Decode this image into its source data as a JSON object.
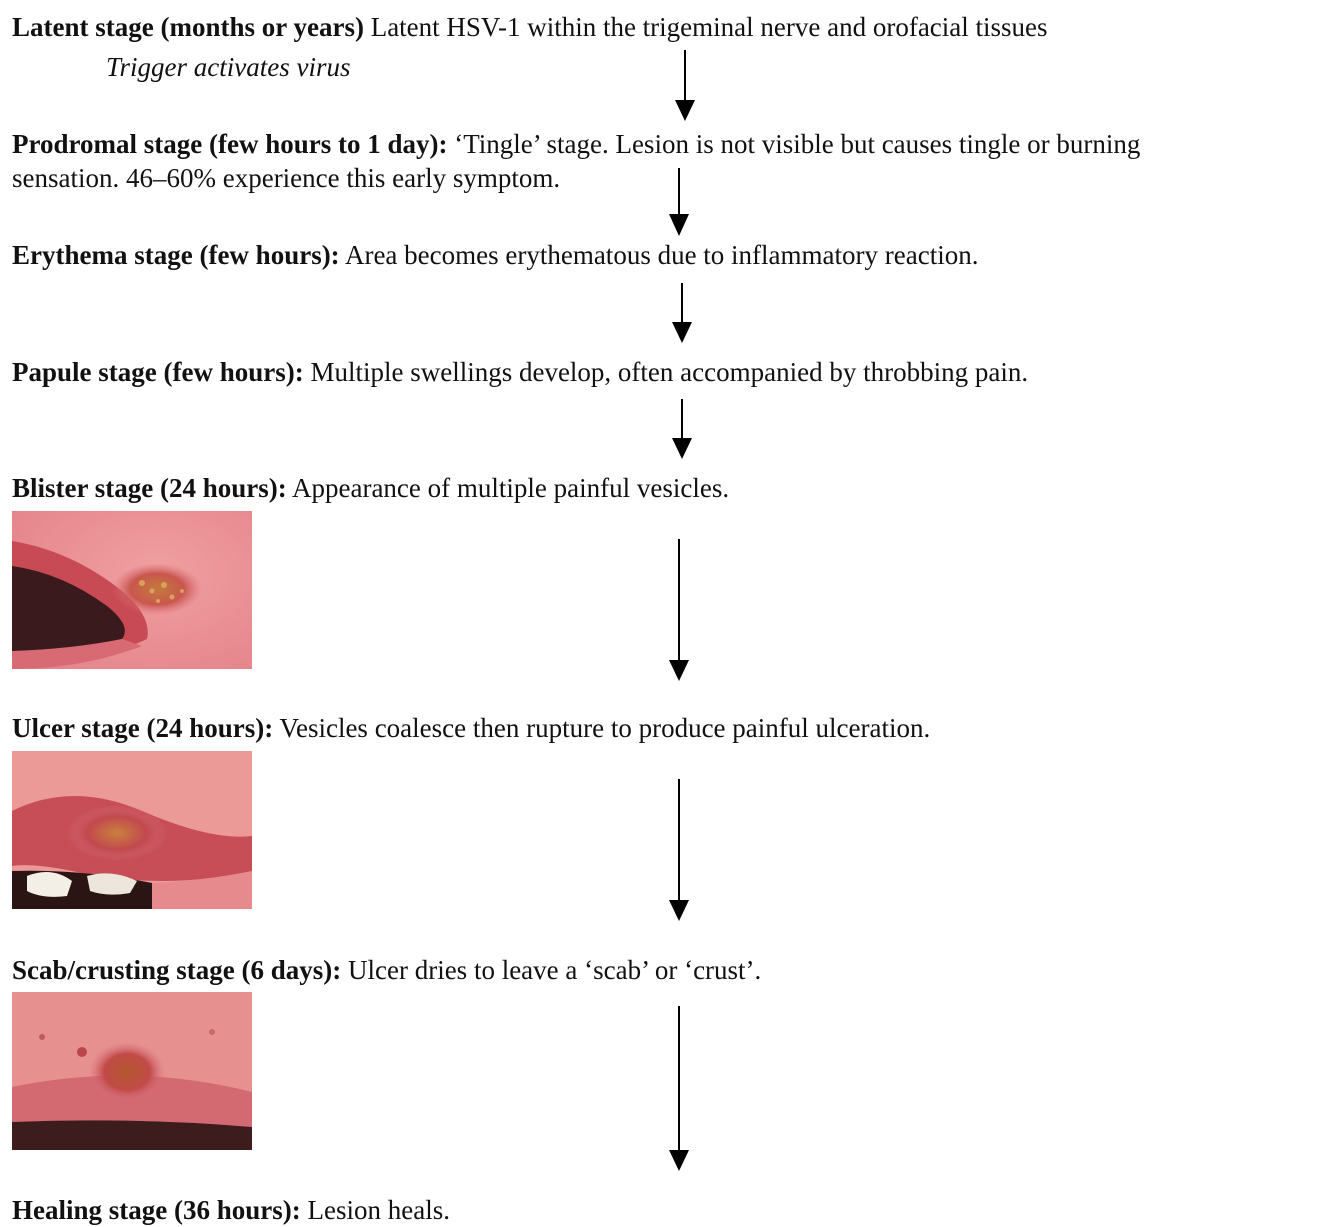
{
  "stages": [
    {
      "head": "Latent stage (months or years)",
      "text": " Latent HSV-1 within the trigeminal nerve and orofacial tissues"
    },
    {
      "head": "Prodromal stage (few hours to 1 day):",
      "text": " ‘Tingle’ stage. Lesion is not visible but causes tingle or burning",
      "text2": "sensation. 46–60% experience this early symptom."
    },
    {
      "head": "Erythema stage (few hours):",
      "text": " Area becomes erythematous due to inflammatory reaction."
    },
    {
      "head": "Papule stage (few hours):",
      "text": " Multiple swellings develop, often accompanied by throbbing pain."
    },
    {
      "head": "Blister stage (24 hours):",
      "text": " Appearance of multiple painful vesicles."
    },
    {
      "head": "Ulcer stage (24 hours):",
      "text": " Vesicles coalesce then rupture to produce painful ulceration."
    },
    {
      "head": "Scab/crusting stage (6 days):",
      "text": " Ulcer dries to leave a ‘scab’ or ‘crust’."
    },
    {
      "head": "Healing stage (36 hours):",
      "text": " Lesion heals."
    }
  ],
  "trigger": "Trigger activates virus",
  "colors": {
    "text": "#111111",
    "arrow": "#000000",
    "lip": "#c8454c",
    "skin": "#e88c8c"
  }
}
